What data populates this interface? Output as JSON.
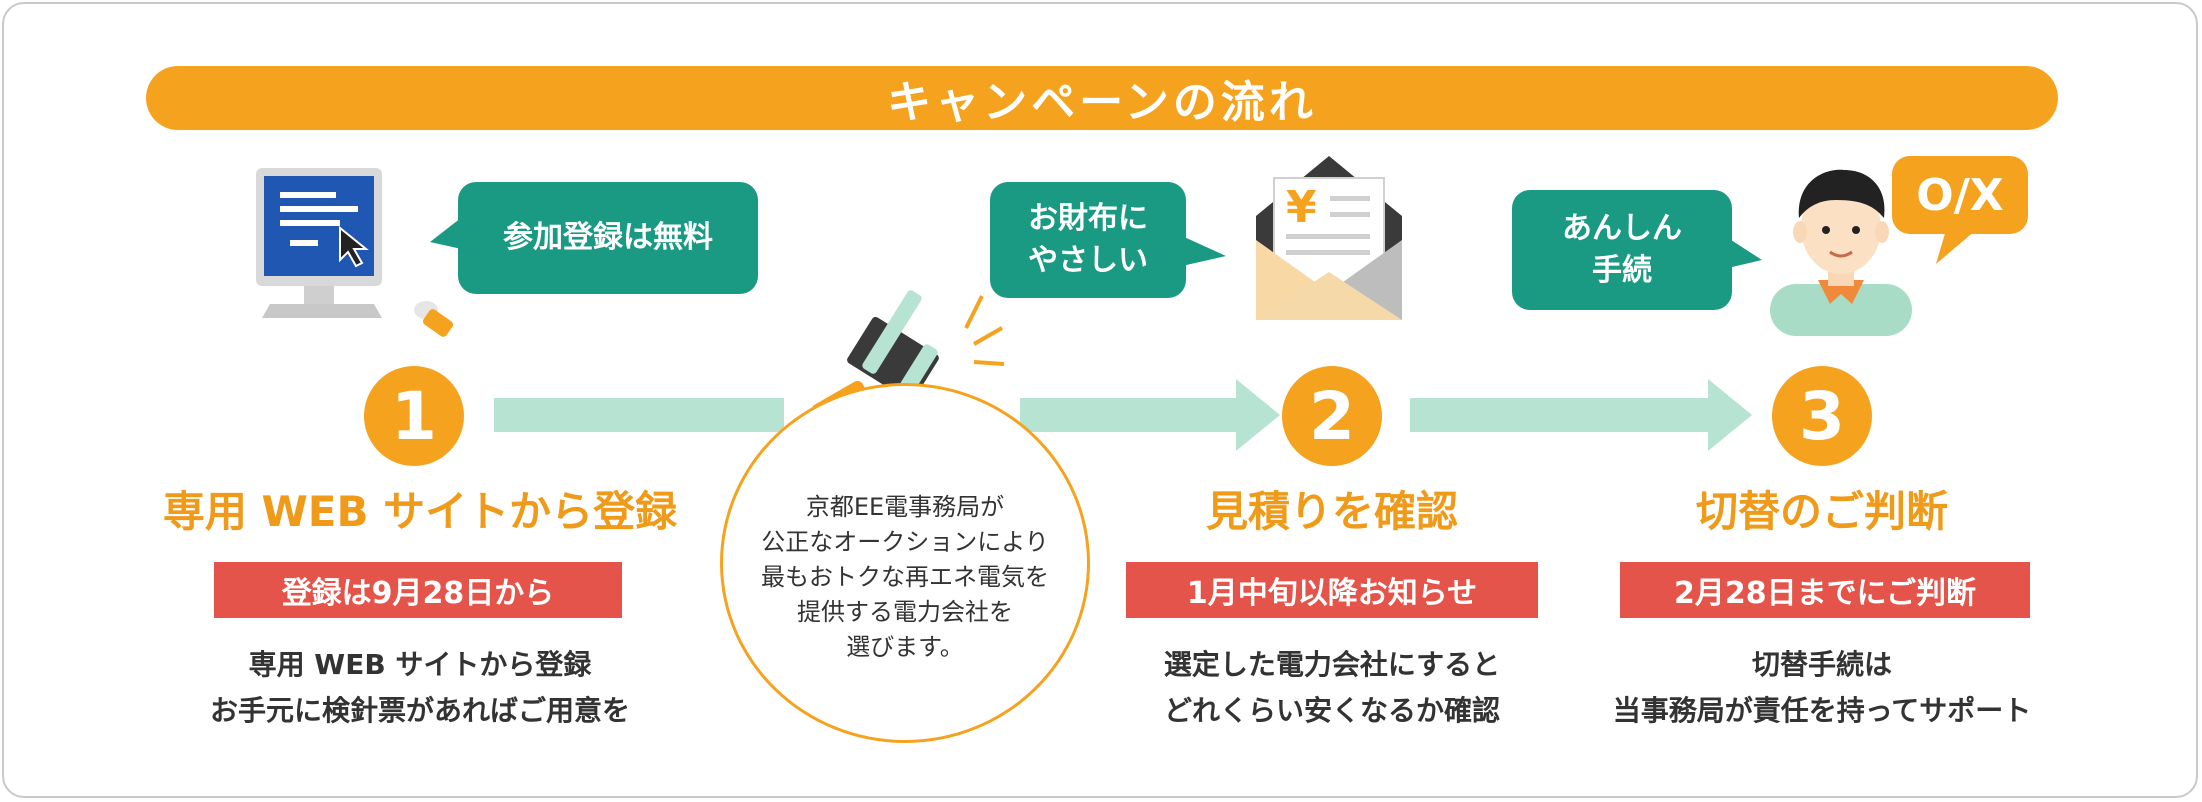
{
  "banner": {
    "title": "キャンペーンの流れ"
  },
  "bubbles": {
    "step1": "参加登録は無料",
    "wallet_line1": "お財布に",
    "wallet_line2": "やさしい",
    "relief_line1": "あんしん",
    "relief_line2": "手続"
  },
  "icons": {
    "yen_symbol": "¥",
    "ox_symbol": "O/X"
  },
  "auction": {
    "lines": [
      "京都EE電事務局が",
      "公正なオークションにより",
      "最もおトクな再エネ電気を",
      "提供する電力会社を",
      "選びます。"
    ]
  },
  "steps": [
    {
      "number": "1",
      "title": "専用 WEB サイトから登録",
      "date": "登録は9月28日から",
      "desc_line1": "専用 WEB サイトから登録",
      "desc_line2": "お手元に検針票があればご用意を"
    },
    {
      "number": "2",
      "title": "見積りを確認",
      "date": "1月中旬以降お知らせ",
      "desc_line1": "選定した電力会社にすると",
      "desc_line2": "どれくらい安くなるか確認"
    },
    {
      "number": "3",
      "title": "切替のご判断",
      "date": "2月28日までにご判断",
      "desc_line1": "切替手続は",
      "desc_line2": "当事務局が責任を持ってサポート"
    }
  ],
  "colors": {
    "orange": "#f5a21f",
    "teal": "#1a9a83",
    "red": "#e5544a",
    "mint": "#b7e3d3",
    "monitor_blue": "#1f57b3"
  }
}
